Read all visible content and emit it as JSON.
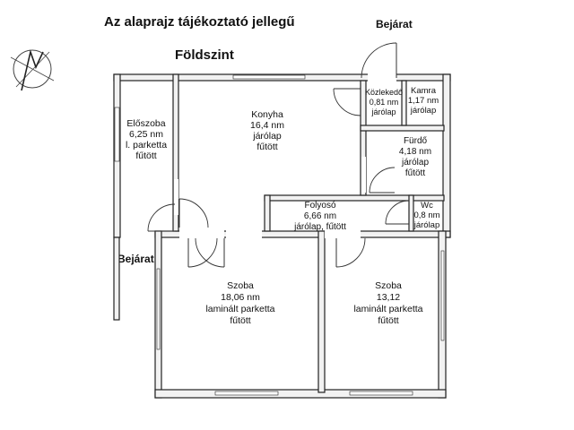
{
  "title": "Az alaprajz tájékoztató jellegű",
  "floor": "Földszint",
  "entrance_labels": [
    "Bejárat",
    "Bejárat"
  ],
  "compass_icon": "north-arrow-icon",
  "rooms": [
    {
      "key": "eloszoba",
      "lines": [
        "Előszoba",
        "6,25 nm",
        "l. parketta",
        "fűtött"
      ]
    },
    {
      "key": "konyha",
      "lines": [
        "Konyha",
        "16,4 nm",
        "járólap",
        "fűtött"
      ]
    },
    {
      "key": "kozlekedo",
      "lines": [
        "Közlekedő",
        "0,81 nm",
        "járólap"
      ]
    },
    {
      "key": "kamra",
      "lines": [
        "Kamra",
        "1,17 nm",
        "járólap"
      ]
    },
    {
      "key": "furdo",
      "lines": [
        "Fürdő",
        "4,18 nm",
        "járólap",
        "fűtött"
      ]
    },
    {
      "key": "folyoso",
      "lines": [
        "Folyosó",
        "6,66 nm",
        "járólap, fűtött"
      ]
    },
    {
      "key": "wc",
      "lines": [
        "Wc",
        "0,8 nm",
        "járólap"
      ]
    },
    {
      "key": "szoba1",
      "lines": [
        "Szoba",
        "18,06 nm",
        "laminált parketta",
        "fűtött"
      ]
    },
    {
      "key": "szoba2",
      "lines": [
        "Szoba",
        "13,12",
        "laminált parketta",
        "fűtött"
      ]
    }
  ]
}
